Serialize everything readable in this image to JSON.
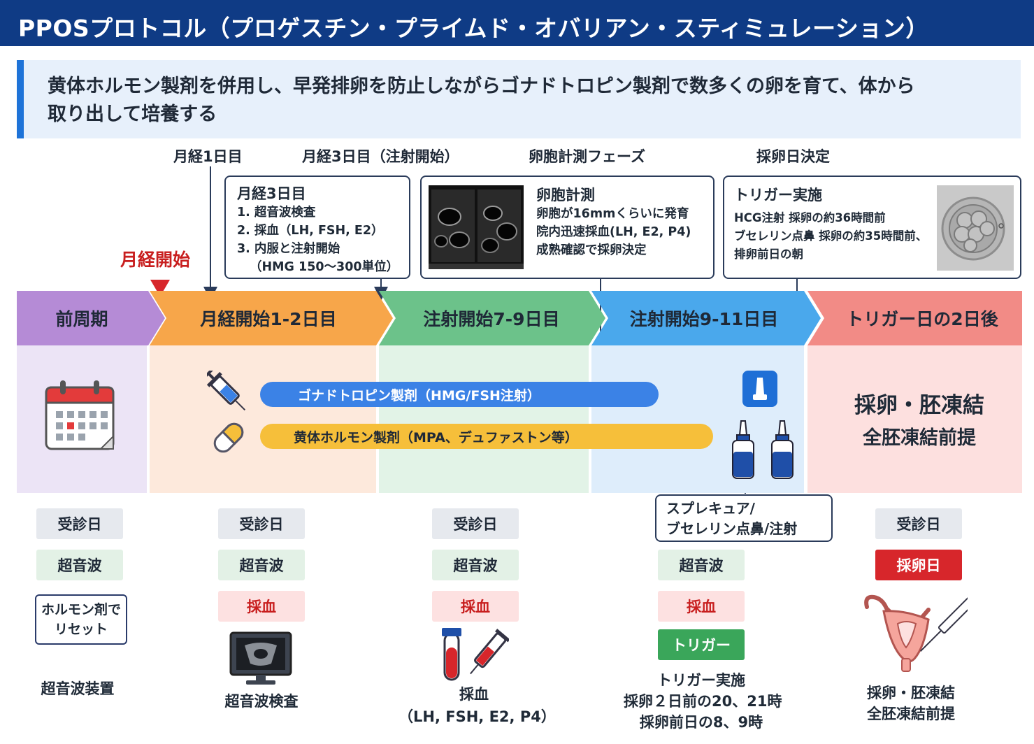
{
  "header": {
    "title": "PPOSプロトコル（プロゲスチン・プライムド・オバリアン・スティミュレーション）"
  },
  "summary": {
    "text_line1": "黄体ホルモン製剤を併用し、早発排卵を防止しながらゴナドトロピン製剤で数多くの卵を育て、体から",
    "text_line2": "取り出して培養する"
  },
  "timeline_labels": {
    "day1": "月経1日目",
    "day3": "月経3日目（注射開始）",
    "measure": "卵胞計測フェーズ",
    "decide": "採卵日決定",
    "menses_start": "月経開始"
  },
  "callouts": {
    "day3": {
      "title": "月経3日目",
      "lines": [
        "1. 超音波検査",
        "2. 採血（LH, FSH, E2）",
        "3. 内服と注射開始",
        "（HMG 150〜300単位）"
      ]
    },
    "follicle": {
      "title": "卵胞計測",
      "lines": [
        "卵胞が16mmくらいに発育",
        "院内迅速採血(LH, E2, P4)",
        "成熟確認で採卵決定"
      ]
    },
    "trigger": {
      "title": "トリガー実施",
      "lines": [
        "HCG注射 採卵の約36時間前",
        "ブセレリン点鼻 採卵の約35時間前、",
        "排卵前日の朝"
      ]
    },
    "nasal": {
      "lines": [
        "スプレキュア/",
        "ブセレリン点鼻/注射"
      ]
    }
  },
  "phases": [
    {
      "label": "前周期",
      "color": "#b58bd6",
      "bg": "#ece4f6"
    },
    {
      "label": "月経開始1-2日目",
      "color": "#f7a64a",
      "bg": "#fde9dc"
    },
    {
      "label": "注射開始7-9日目",
      "color": "#6cc28a",
      "bg": "#e2f3e7"
    },
    {
      "label": "注射開始9-11日目",
      "color": "#4aa8ec",
      "bg": "#deedfb"
    },
    {
      "label": "トリガー日の2日後",
      "color": "#f28b86",
      "bg": "#fde0df"
    }
  ],
  "bars": {
    "gonadotropin": {
      "label": "ゴナドトロピン製剤（HMG/FSH注射）",
      "color": "#3b82e6"
    },
    "progestin": {
      "label": "黄体ホルモン製剤（MPA、デュファストン等）",
      "color": "#f6bf3a"
    }
  },
  "result": {
    "line1": "採卵・胚凍結",
    "line2": "全胚凍結前提"
  },
  "columns": {
    "c1": {
      "tags": [
        "受診日",
        "超音波"
      ],
      "reset": [
        "ホルモン剤で",
        "リセット"
      ],
      "caption": "超音波装置"
    },
    "c2": {
      "tags": [
        "受診日",
        "超音波",
        "採血"
      ],
      "caption": "超音波検査"
    },
    "c3": {
      "tags": [
        "受診日",
        "超音波",
        "採血"
      ],
      "caption1": "採血",
      "caption2": "（LH, FSH, E2, P4）"
    },
    "c4": {
      "tags": [
        "超音波",
        "採血",
        "トリガー"
      ],
      "caption1": "トリガー実施",
      "caption2": "採卵２日前の20、21時",
      "caption3": "採卵前日の8、9時"
    },
    "c5": {
      "tags": [
        "受診日",
        "採卵日"
      ],
      "caption1": "採卵・胚凍結",
      "caption2": "全胚凍結前提"
    }
  },
  "icons": [
    "calendar-icon",
    "syringe-icon",
    "capsule-icon",
    "nasal-spray-icon",
    "ultrasound-monitor-icon",
    "blood-tube-icon",
    "uterus-icon"
  ]
}
